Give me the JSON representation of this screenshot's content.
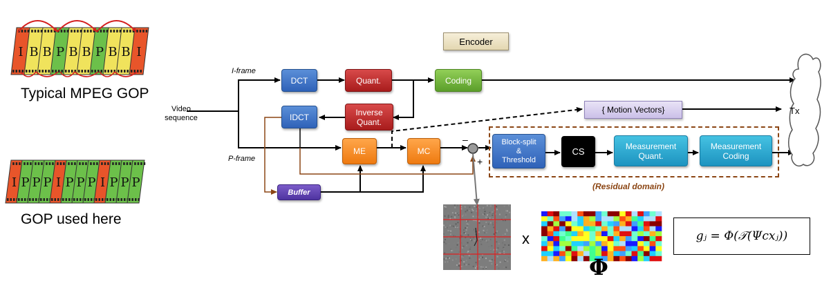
{
  "gop": {
    "typical_caption": "Typical MPEG GOP",
    "typical_frames": [
      "I",
      "B",
      "B",
      "P",
      "B",
      "B",
      "P",
      "B",
      "B",
      "I"
    ],
    "used_caption": "GOP used here",
    "used_frames": [
      "I",
      "P",
      "P",
      "P",
      "I",
      "P",
      "P",
      "P",
      "I",
      "P",
      "P",
      "P"
    ]
  },
  "encoder_label": "Encoder",
  "inputs": {
    "video_line1": "Video",
    "video_line2": "sequence",
    "iframe": "I-frame",
    "pframe": "P-frame"
  },
  "blocks": {
    "dct": "DCT",
    "quant": "Quant.",
    "coding": "Coding",
    "idct": "IDCT",
    "inv_quant_line1": "Inverse",
    "inv_quant_line2": "Quant.",
    "me": "ME",
    "mc": "MC",
    "buffer": "Buffer",
    "block_split_line1": "Block-split",
    "block_split_line2": "&",
    "block_split_line3": "Threshold",
    "cs": "CS",
    "meas_quant_line1": "Measurement",
    "meas_quant_line2": "Quant.",
    "meas_coding_line1": "Measurement",
    "meas_coding_line2": "Coding"
  },
  "motion_vectors": "{ Motion Vectors}",
  "residual_domain": "(Residual domain)",
  "tx": "Tx",
  "signs": {
    "minus": "–",
    "plus": "+"
  },
  "multiply": "x",
  "phi_symbol": "Φ",
  "formula": "gⱼ = Φ(𝒯(Ψcxⱼ))",
  "colors": {
    "frame_red": "#e8552a",
    "frame_yellow": "#f0e35c",
    "frame_green": "#6cc04a",
    "arrow_red": "#d42020",
    "brown": "#8b4513"
  }
}
